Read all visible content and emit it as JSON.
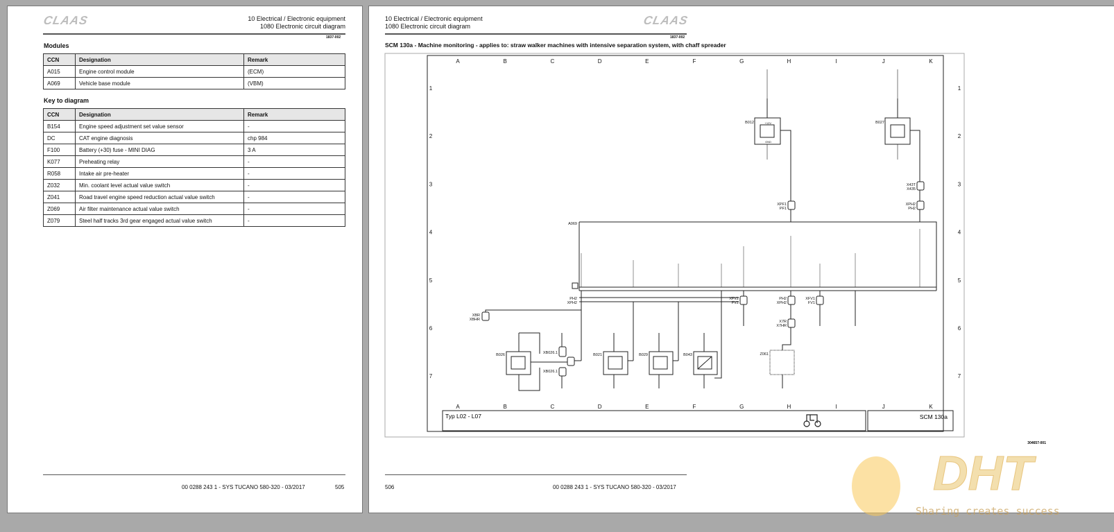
{
  "brand": "CLAAS",
  "left_page": {
    "header_line1": "10 Electrical / Electronic equipment",
    "header_line2": "1080 Electronic circuit diagram",
    "ref": "1837-002",
    "modules_title": "Modules",
    "columns": [
      "CCN",
      "Designation",
      "Remark"
    ],
    "modules": [
      [
        "A015",
        "Engine control module",
        "(ECM)"
      ],
      [
        "A069",
        "Vehicle base module",
        "(VBM)"
      ]
    ],
    "key_title": "Key to diagram",
    "key": [
      [
        "B154",
        "Engine speed adjustment set value sensor",
        "-"
      ],
      [
        "DC",
        "CAT engine diagnosis",
        "chp 984"
      ],
      [
        "F100",
        "Battery (+30) fuse - MINI DIAG",
        "3 A"
      ],
      [
        "K077",
        "Preheating relay",
        "-"
      ],
      [
        "R058",
        "Intake air pre-heater",
        "-"
      ],
      [
        "Z032",
        "Min. coolant level actual value switch",
        "-"
      ],
      [
        "Z041",
        "Road travel engine speed reduction actual value switch",
        "-"
      ],
      [
        "Z069",
        "Air filter maintenance actual value switch",
        "-"
      ],
      [
        "Z079",
        "Steel half tracks 3rd gear engaged actual value switch",
        "-"
      ]
    ],
    "footer_doc": "00 0288 243 1 - SYS TUCANO 580-320 - 03/2017",
    "page_number": "505"
  },
  "right_page": {
    "header_line1": "10 Electrical / Electronic equipment",
    "header_line2": "1080 Electronic circuit diagram",
    "ref": "1837-002",
    "title": "SCM 130a - Machine monitoring - applies to: straw walker machines with intensive separation system, with chaff spreader",
    "diagram": {
      "columns": [
        "A",
        "B",
        "C",
        "D",
        "E",
        "F",
        "G",
        "H",
        "I",
        "J",
        "K"
      ],
      "rows": [
        "1",
        "2",
        "3",
        "4",
        "5",
        "6",
        "7"
      ],
      "type_label": "Typ L02 - L07",
      "scm_label": "SCM 130a",
      "drawing_ref": "304657-001",
      "labels": {
        "b012": "B012",
        "b027": "B027",
        "xpf1": "XPF1",
        "pf1": "PF1",
        "x43t": "X43T",
        "x435": "X435",
        "xph2r": "XPH2",
        "ph2r": "PH2",
        "a069": "A069",
        "ph2": "PH2",
        "xph2": "XPH2",
        "xbr": "XBR",
        "xbhr": "XBHR",
        "b026": "B026",
        "xb026a": "XB026.1",
        "xb026b": "XB026.1",
        "b021": "B021",
        "b029": "B029",
        "b043": "B043",
        "xfv2": "XFV2",
        "fv2": "FV2",
        "ph2b": "PH2",
        "xph2b": "XPH2",
        "xfv1": "XFV1",
        "fv1": "FV1",
        "x7r": "X7R",
        "x7hr": "X7HR",
        "z061": "Z061",
        "v12": "+12V",
        "gnd": "GND"
      }
    },
    "page_number": "506",
    "footer_doc": "00 0288 243 1 - SYS TUCANO 580-320 - 03/2017"
  },
  "watermark": {
    "logo": "DHT",
    "slogan": "Sharing creates success"
  }
}
